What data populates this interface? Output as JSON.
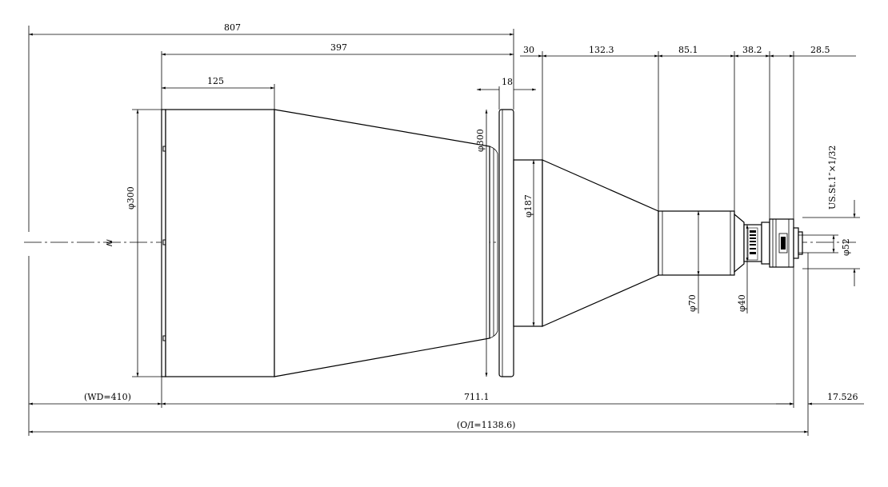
{
  "drawing": {
    "dimensions": {
      "total_length_top": "807",
      "front_to_flange": "397",
      "front_barrel_length": "125",
      "flange_thickness": "18",
      "flange_to_cone": "30",
      "cone_length": "132.3",
      "barrel_70_length": "85.1",
      "seg_38_2": "38.2",
      "seg_28_5": "28.5",
      "working_distance": "(WD=410)",
      "lens_length": "711.1",
      "back_focus": "17.526",
      "object_to_image": "(O/I=1138.6)"
    },
    "diameters": {
      "front_barrel": "φ300",
      "flange": "φ300",
      "cone_base": "φ187",
      "barrel": "φ70",
      "neck": "φ40",
      "mount": "φ52"
    },
    "thread_spec": "US.St.1″×1/32",
    "break_symbol": "≷"
  }
}
